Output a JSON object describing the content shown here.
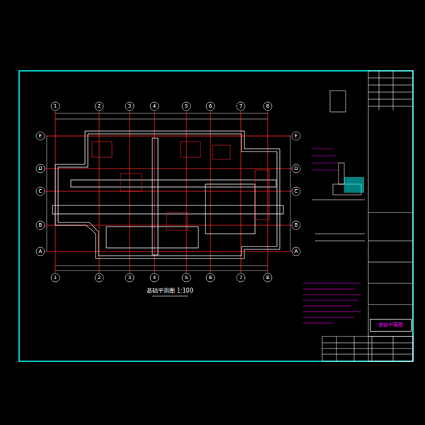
{
  "diagram": {
    "nodes": [
      {
        "text": [
          "基础平面图"
        ]
      }
    ],
    "labels": [
      "1",
      "2",
      "3",
      "4",
      "5",
      "6",
      "7",
      "8",
      "1",
      "2",
      "3",
      "4",
      "5",
      "6",
      "7",
      "8",
      "A",
      "B",
      "C",
      "D",
      "E",
      "A",
      "B",
      "C",
      "D",
      "E",
      "基础平面图 1:100"
    ]
  }
}
